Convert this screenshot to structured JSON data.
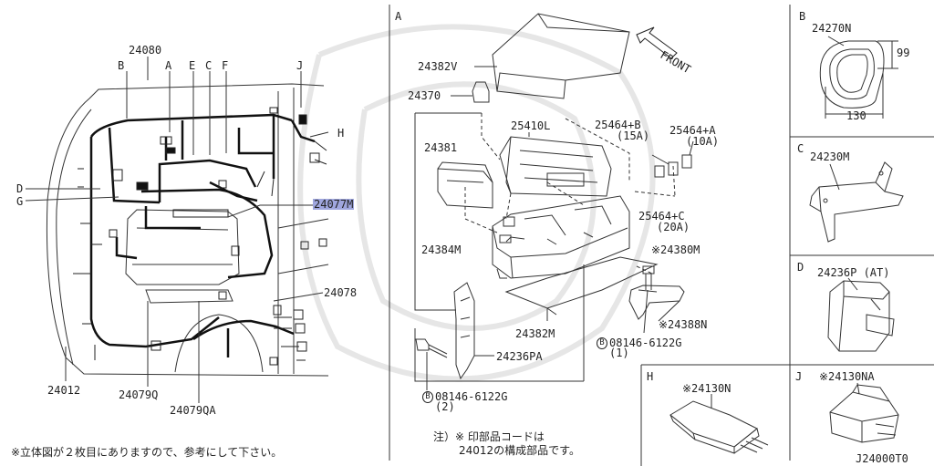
{
  "left": {
    "part_24080": "24080",
    "callouts": {
      "B": "B",
      "A": "A",
      "E": "E",
      "C": "C",
      "F": "F",
      "J": "J",
      "H": "H",
      "D": "D",
      "G": "G"
    },
    "part_24077M": "24077M",
    "part_24078": "24078",
    "part_24012": "24012",
    "part_24079Q": "24079Q",
    "part_24079QA": "24079QA",
    "footnote": "※立体図が２枚目にありますので、参考にして下さい。"
  },
  "panel_a": {
    "letter": "A",
    "front": "FRONT",
    "p24382V": "24382V",
    "p24370": "24370",
    "p25410L": "25410L",
    "p25464B": "25464+B",
    "p25464B_amp": "(15A)",
    "p25464A": "25464+A",
    "p25464A_amp": "(10A)",
    "p24381": "24381",
    "p25464C": "25464+C",
    "p25464C_amp": "(20A)",
    "p24384M": "24384M",
    "p24380M": "※24380M",
    "p24388N": "※24388N",
    "p24382M": "24382M",
    "bolt1_code": "08146-6122G",
    "bolt1_qty": "(1)",
    "bolt_marker": "B",
    "p24236PA": "24236PA",
    "bolt2_code": "08146-6122G",
    "bolt2_qty": "(2)",
    "note_line1": "注）※ 印部品コードは",
    "note_line2": "24012の構成部品です。"
  },
  "panel_b": {
    "letter": "B",
    "part": "24270N",
    "dim_w": "130",
    "dim_h": "99"
  },
  "panel_c": {
    "letter": "C",
    "part": "24230M"
  },
  "panel_d": {
    "letter": "D",
    "part": "24236P (AT)"
  },
  "panel_h": {
    "letter": "H",
    "part": "※24130N"
  },
  "panel_j": {
    "letter": "J",
    "part": "※24130NA"
  },
  "diagram_id": "J24000T0"
}
